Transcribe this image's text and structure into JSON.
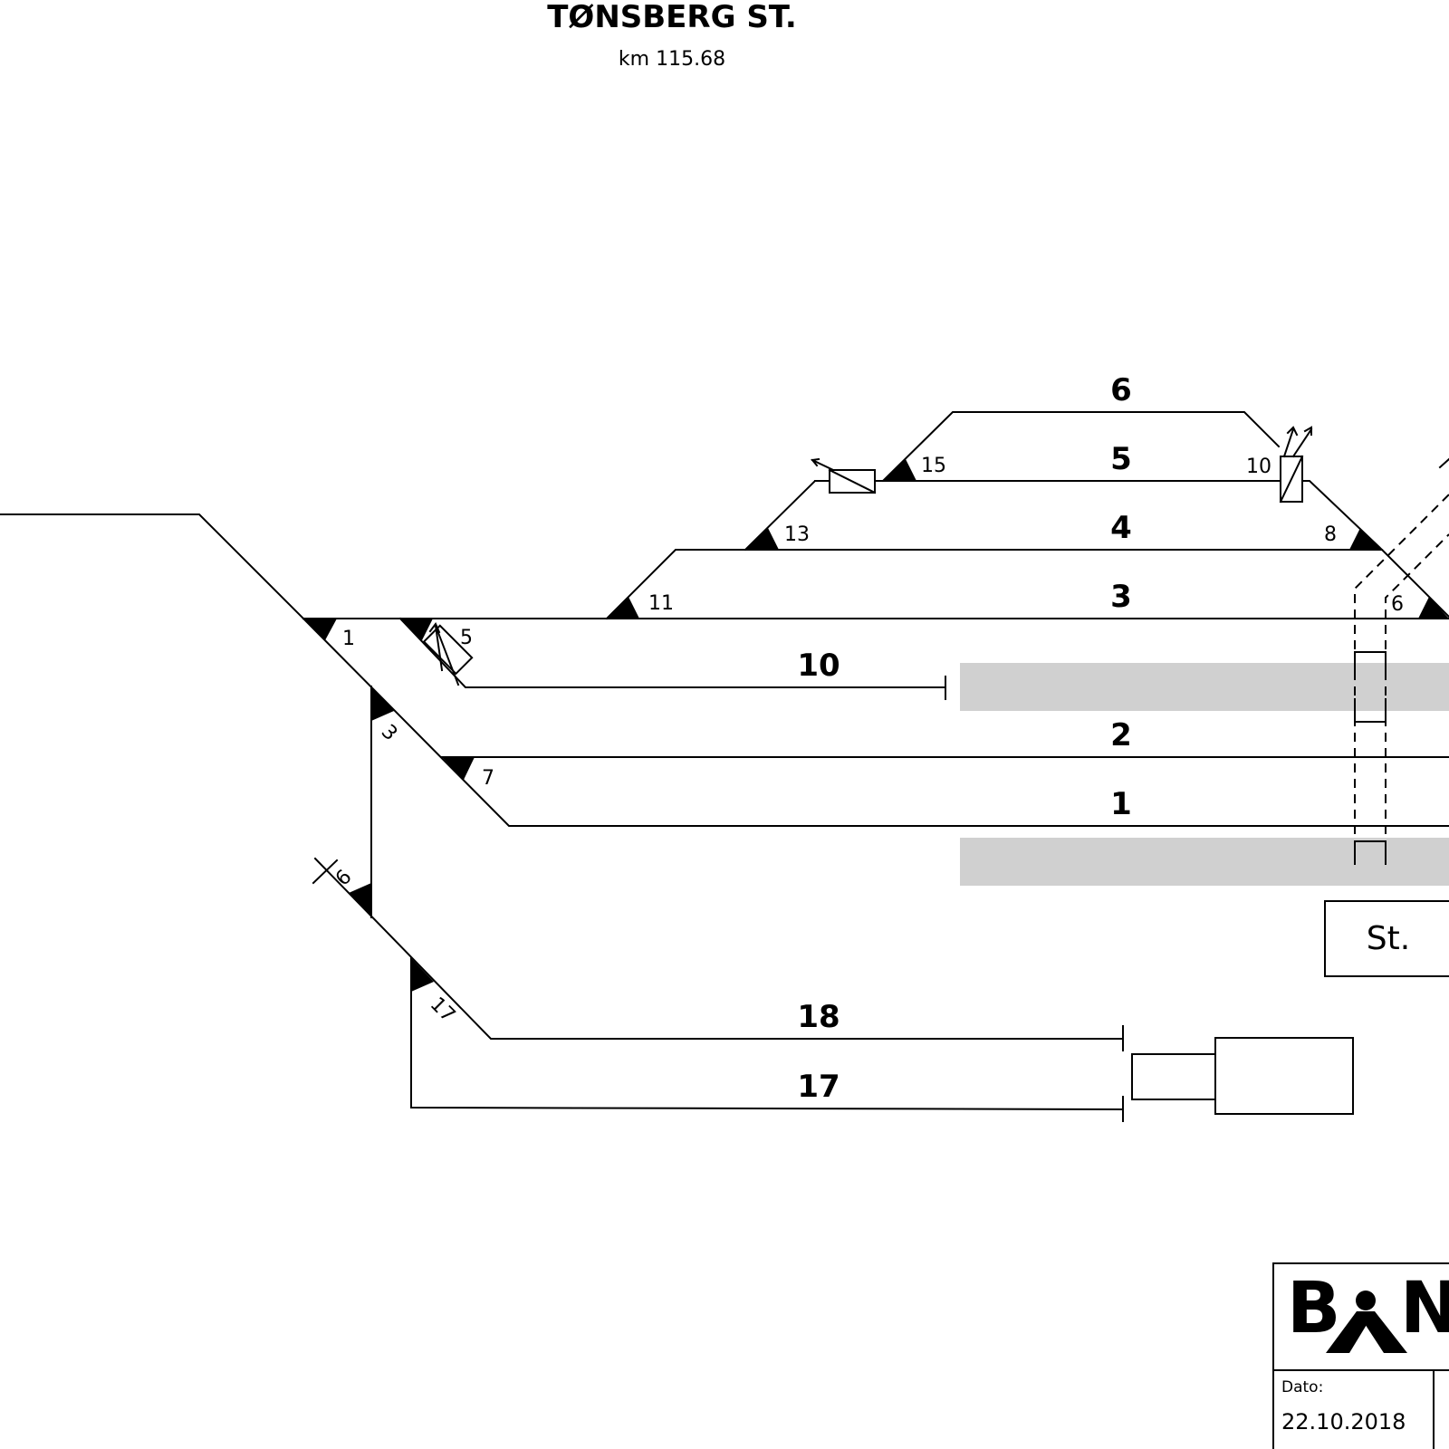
{
  "header": {
    "station": "TØNSBERG ST.",
    "km": "km 115.68"
  },
  "tracks": [
    "6",
    "5",
    "4",
    "3",
    "10",
    "2",
    "1",
    "18",
    "17"
  ],
  "switches": [
    "1",
    "5",
    "3",
    "7",
    "9",
    "17",
    "11",
    "13",
    "15",
    "10",
    "8",
    "6"
  ],
  "building_label": "St.",
  "title_block": {
    "logo_text": "BN",
    "date_label": "Dato:",
    "date_value": "22.10.2018"
  }
}
